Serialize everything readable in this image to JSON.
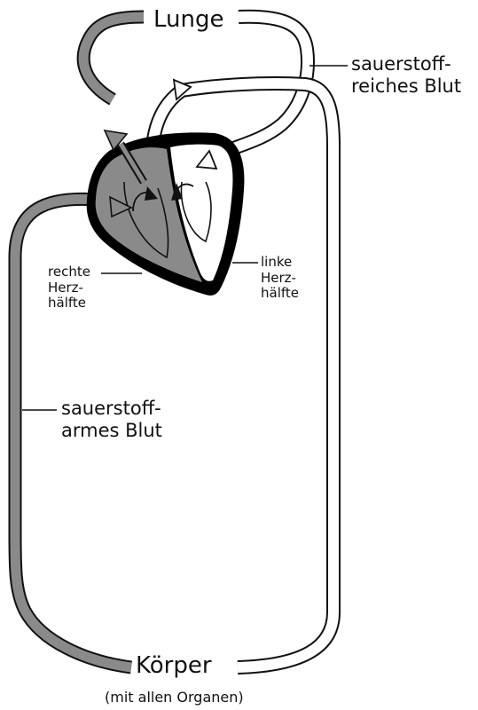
{
  "labels": {
    "lunge": "Lunge",
    "koerper": "Körper",
    "koerper_sub": "(mit allen Organen)",
    "sauerstoffreich": [
      "sauerstoff-",
      "reiches Blut"
    ],
    "sauerstoffarm": [
      "sauerstoff-",
      "armes Blut"
    ],
    "rechte_herzhaelfte": [
      "rechte",
      "Herz-",
      "hälfte"
    ],
    "linke_herzhaelfte": [
      "linke",
      "Herz-",
      "hälfte"
    ]
  },
  "colors": {
    "oxygen_poor_blood": "#8a8a8a",
    "oxygen_rich_blood": "#ffffff",
    "heart_wall": "#000000",
    "outline": "#111111"
  }
}
